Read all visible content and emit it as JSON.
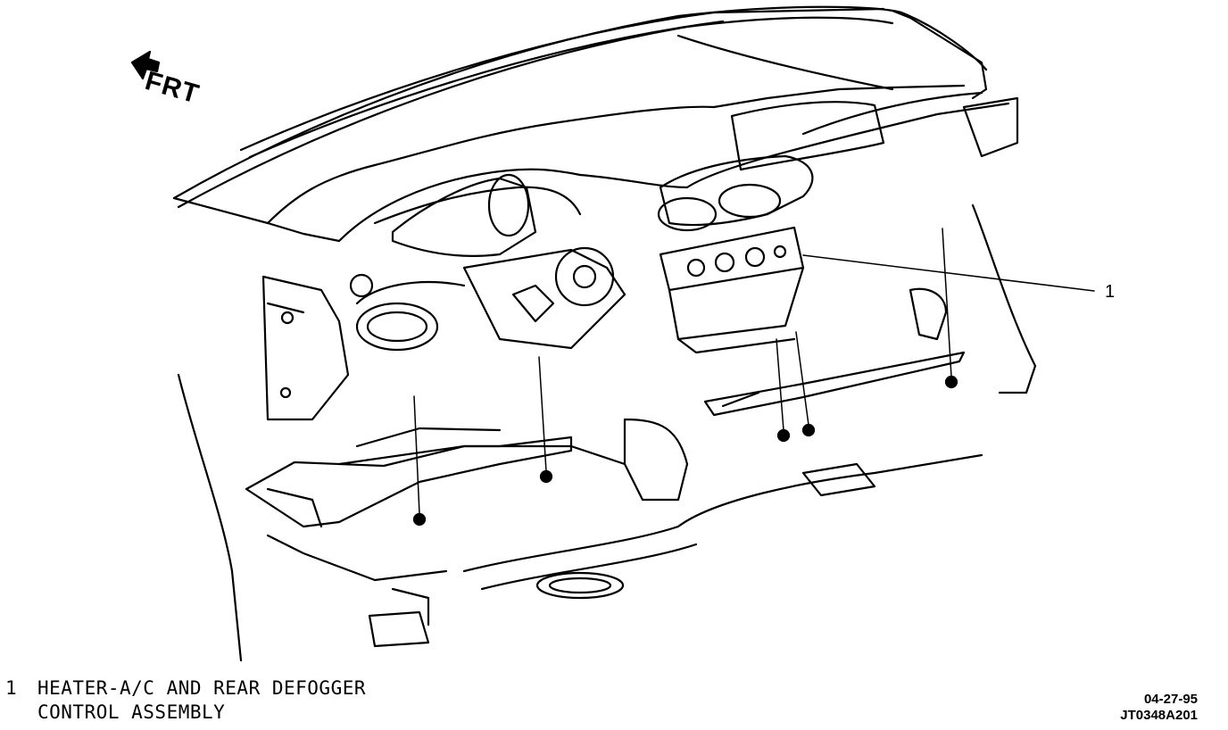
{
  "direction_label": "FRT",
  "callouts": [
    {
      "number": "1"
    }
  ],
  "legend": [
    {
      "number": "1",
      "line1": "HEATER-A/C AND REAR DEFOGGER",
      "line2": "CONTROL ASSEMBLY"
    }
  ],
  "figure_info": {
    "date": "04-27-95",
    "code": "JT0348A201"
  },
  "colors": {
    "ink": "#000000",
    "paper": "#ffffff"
  }
}
